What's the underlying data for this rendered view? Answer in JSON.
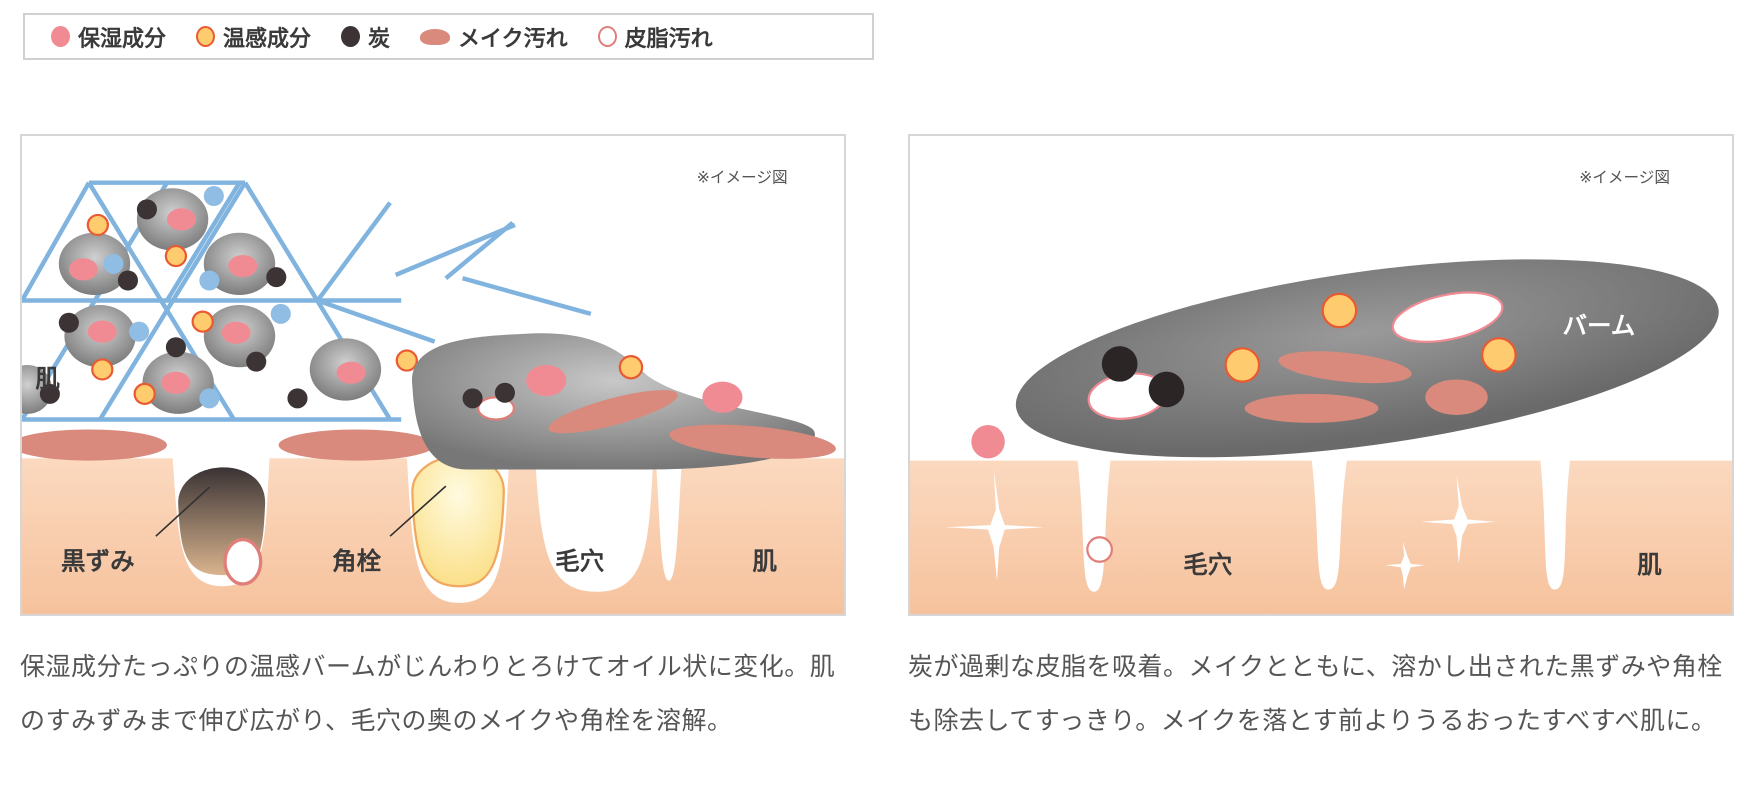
{
  "legend": {
    "items": [
      {
        "label": "保湿成分",
        "fill": "#f08b93",
        "stroke": "#f08b93"
      },
      {
        "label": "温感成分",
        "fill": "#fecb6e",
        "stroke": "#ea5a32"
      },
      {
        "label": "炭",
        "fill": "#3b3334",
        "stroke": "#3b3334"
      },
      {
        "label": "メイク汚れ",
        "fill": "#d98a7d",
        "stroke": "#d98a7d"
      },
      {
        "label": "皮脂汚れ",
        "fill": "#ffffff",
        "stroke": "#e07f7a"
      }
    ]
  },
  "left_panel": {
    "note": "※イメージ図",
    "labels": {
      "darkening": "黒ずみ",
      "plug": "角栓",
      "pore": "毛穴",
      "skin": "肌",
      "skin_partial": "肌"
    }
  },
  "right_panel": {
    "note": "※イメージ図",
    "labels": {
      "balm": "バーム",
      "pore": "毛穴",
      "skin": "肌"
    }
  },
  "captions": {
    "left": "保湿成分たっぷりの温感バームがじんわりとろけてオイル状に変化。肌のすみずみまで伸び広がり、毛穴の奥のメイクや角栓を溶解。",
    "right": "炭が過剰な皮脂を吸着。メイクとともに、溶かし出された黒ずみや角栓も除去してすっきり。メイクを落とす前よりうるおったすべすべ肌に。"
  },
  "colors": {
    "skin": "#f9cdaa",
    "lattice": "#80b4df",
    "balm": "#8a8a8a",
    "makeup": "#d98a7d",
    "moisture": "#f08b93",
    "warm": "#fecb6e",
    "charcoal": "#3b3334"
  }
}
